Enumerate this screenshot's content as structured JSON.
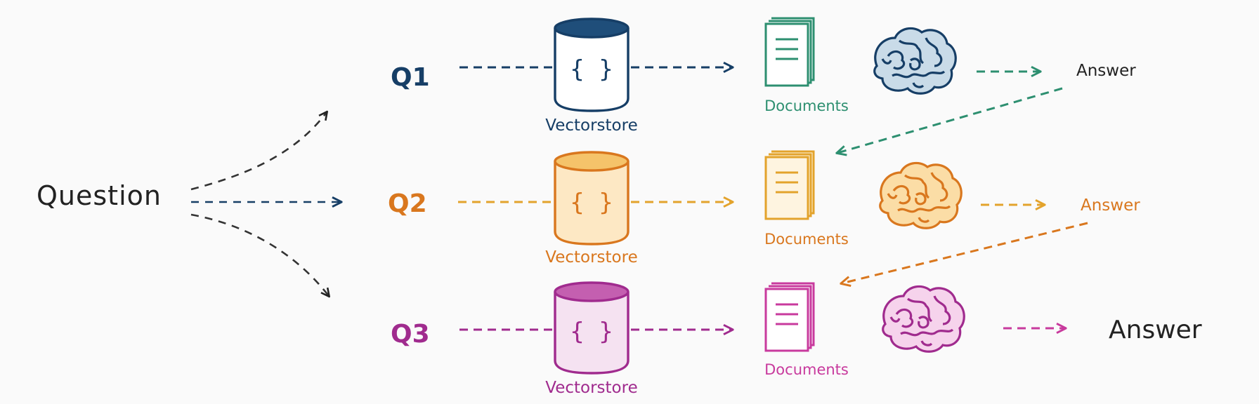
{
  "question_label": "Question",
  "colors": {
    "ink": "#222222",
    "row1": "#163e66",
    "row1_doc": "#2d8f70",
    "row2": "#d9771e",
    "row2_doc": "#e3a32c",
    "row3": "#a02b8e",
    "row3_doc": "#c83a9d",
    "fill2": "#fde8c4",
    "fill3": "#f5e2f1"
  },
  "rows": [
    {
      "query_label": "Q1",
      "store_label": "Vectorstore",
      "store_symbol": "{ }",
      "docs_label": "Documents",
      "answer_label": "Answer"
    },
    {
      "query_label": "Q2",
      "store_label": "Vectorstore",
      "store_symbol": "{ }",
      "docs_label": "Documents",
      "answer_label": "Answer"
    },
    {
      "query_label": "Q3",
      "store_label": "Vectorstore",
      "store_symbol": "{ }",
      "docs_label": "Documents",
      "answer_label": "Answer"
    }
  ],
  "icons": {
    "store": "database-icon",
    "docs": "documents-icon",
    "brain": "brain-icon"
  }
}
